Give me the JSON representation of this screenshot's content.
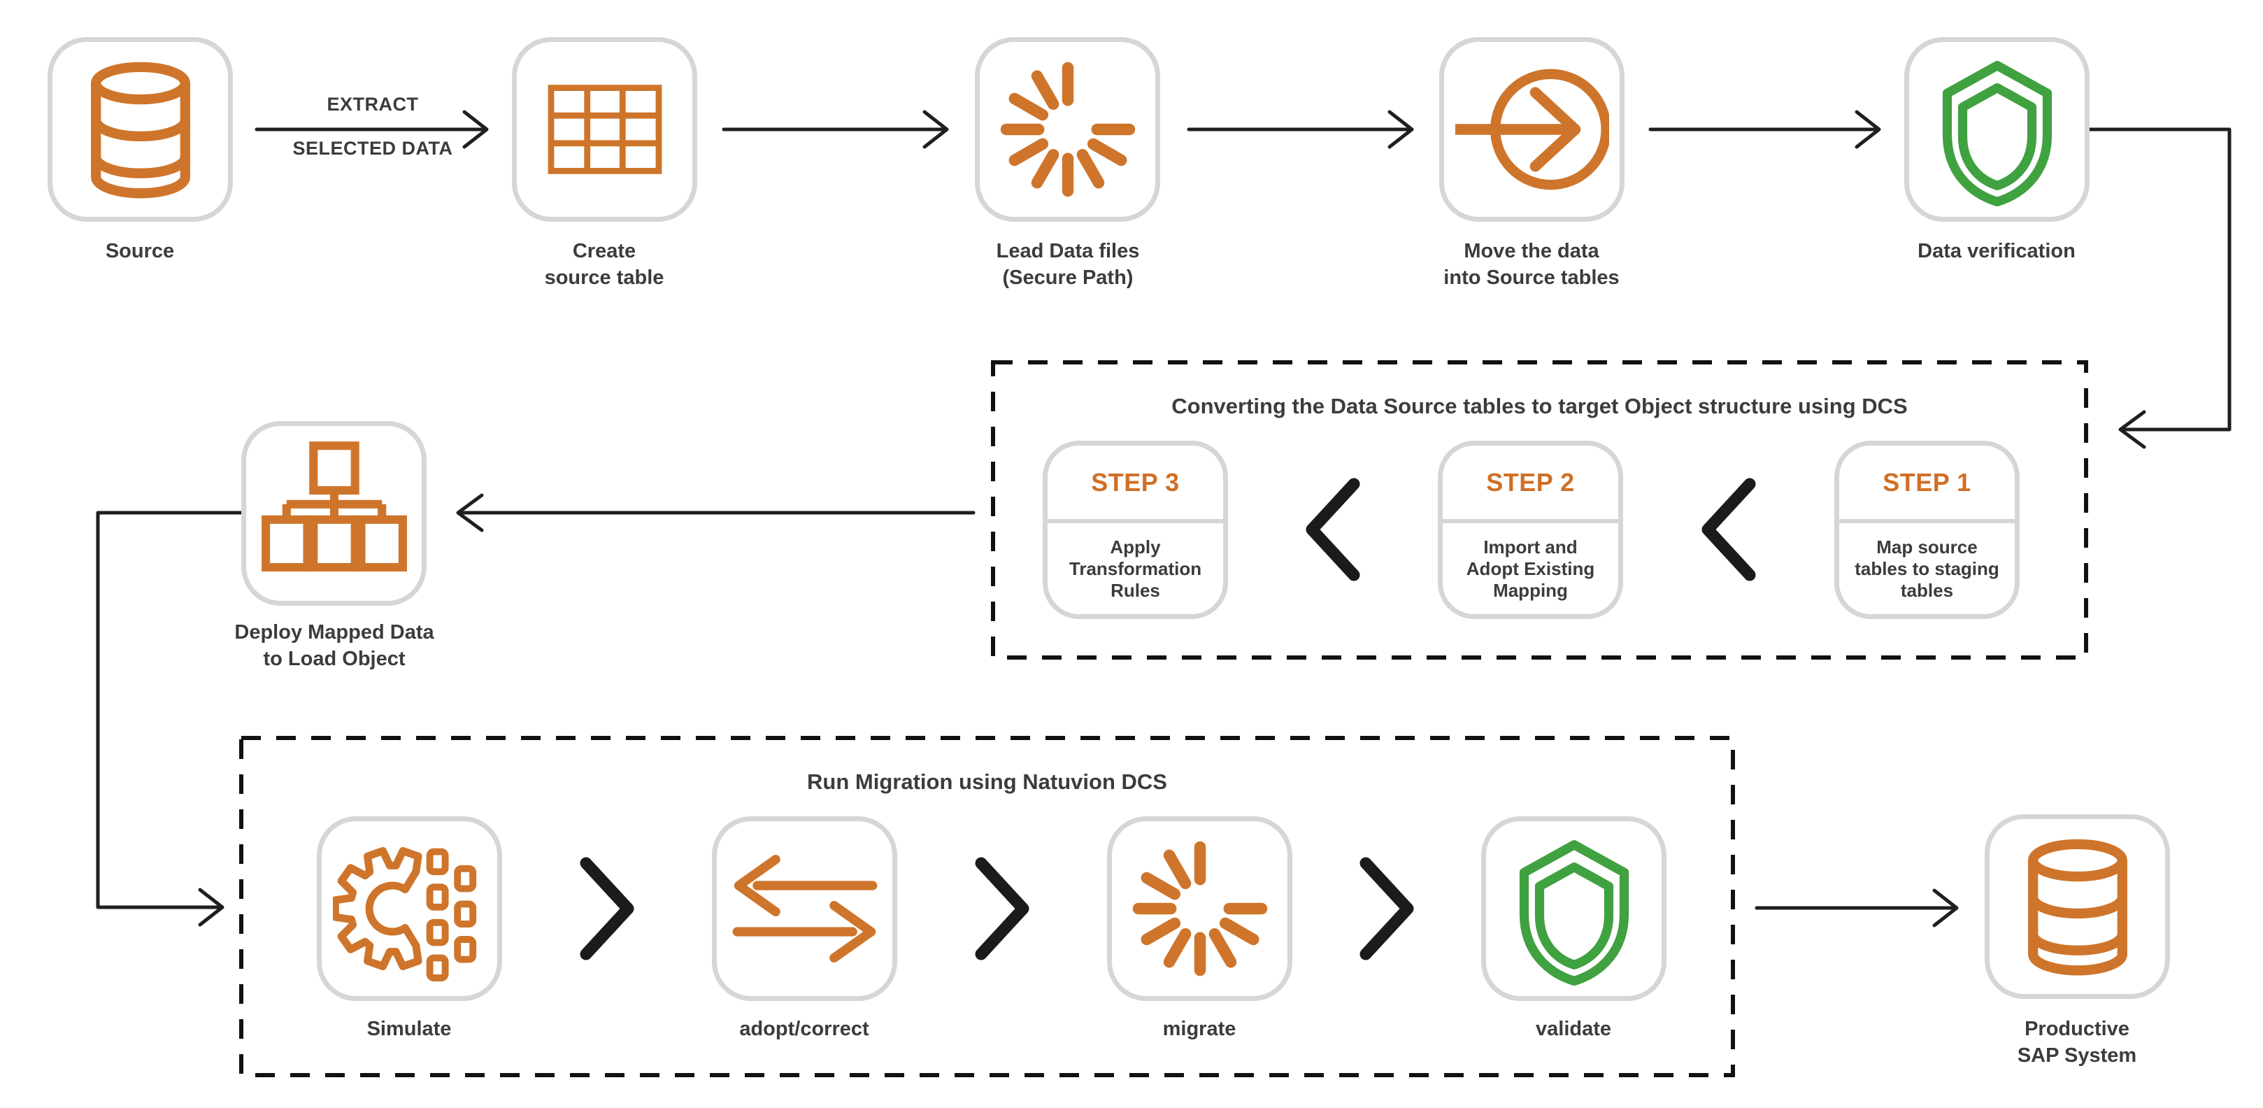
{
  "colors": {
    "accent_orange": "#CE752B",
    "step_orange": "#D06F26",
    "accent_green": "#3FA13F",
    "text_dark": "#3C3C3C",
    "card_border": "#D6D6D6",
    "connector_black": "#1F1F1F"
  },
  "top_flow": {
    "extract_arrow": {
      "line1": "EXTRACT",
      "line2": "SELECTED DATA"
    },
    "nodes": [
      {
        "id": "source",
        "icon": "database-icon",
        "label": "Source"
      },
      {
        "id": "create-source-table",
        "icon": "table-grid-icon",
        "label": "Create\nsource table"
      },
      {
        "id": "lead-data-files",
        "icon": "spinner-icon",
        "label": "Lead Data files\n(Secure Path)"
      },
      {
        "id": "move-data",
        "icon": "arrow-into-circle-icon",
        "label": "Move the data\ninto Source tables"
      },
      {
        "id": "data-verification",
        "icon": "shield-icon",
        "label": "Data verification"
      }
    ]
  },
  "conversion_box": {
    "title": "Converting the Data Source tables to target Object structure using DCS",
    "steps": [
      {
        "title": "STEP 3",
        "body": "Apply\nTransformation\nRules"
      },
      {
        "title": "STEP 2",
        "body": "Import and\nAdopt Existing\nMapping"
      },
      {
        "title": "STEP 1",
        "body": "Map source\ntables to staging\ntables"
      }
    ]
  },
  "deploy_node": {
    "icon": "hierarchy-icon",
    "label": "Deploy Mapped Data\nto Load Object"
  },
  "migration_box": {
    "title": "Run Migration using Natuvion DCS",
    "nodes": [
      {
        "id": "simulate",
        "icon": "gear-data-icon",
        "label": "Simulate"
      },
      {
        "id": "adopt-correct",
        "icon": "swap-arrows-icon",
        "label": "adopt/correct"
      },
      {
        "id": "migrate",
        "icon": "spinner-icon",
        "label": "migrate"
      },
      {
        "id": "validate",
        "icon": "shield-icon",
        "label": "validate"
      }
    ]
  },
  "target_node": {
    "icon": "database-icon",
    "label": "Productive\nSAP System"
  }
}
